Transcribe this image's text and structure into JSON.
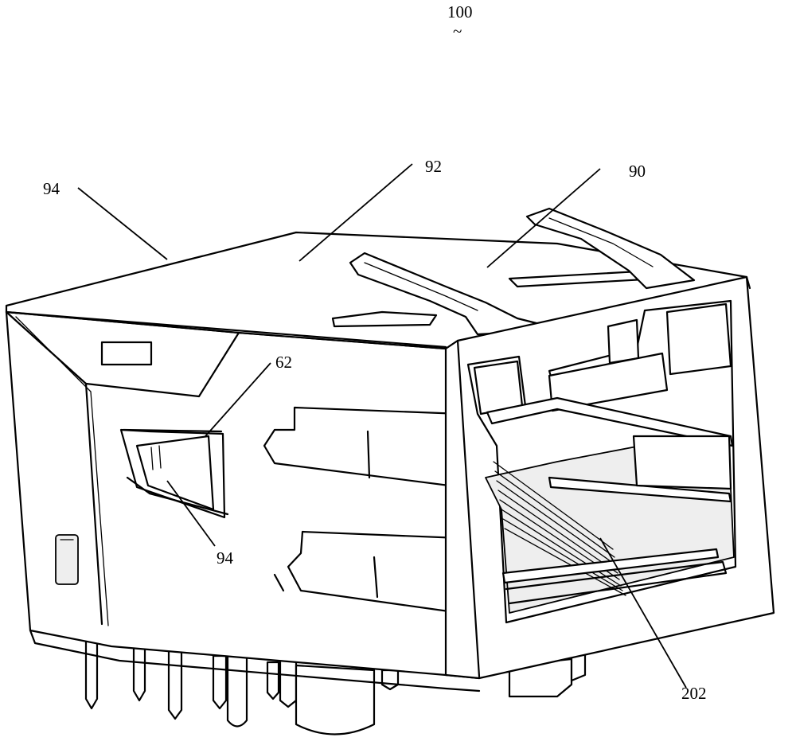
{
  "figure": {
    "reference_number": "100",
    "reference_tilde": "~",
    "callouts": {
      "shield_side_top": "94",
      "top_wall": "92",
      "spring_arm": "90",
      "latch": "62",
      "shield_side_tab": "94",
      "terminals": "202"
    }
  }
}
